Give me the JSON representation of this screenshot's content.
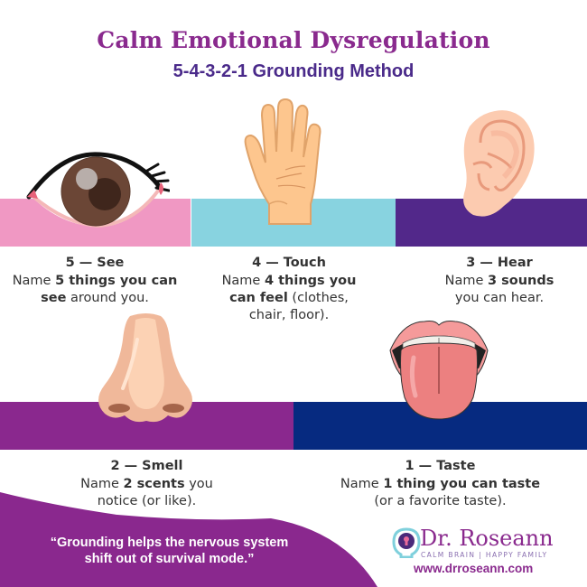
{
  "header": {
    "title": "Calm Emotional Dysregulation",
    "subtitle": "5-4-3-2-1 Grounding Method"
  },
  "colors": {
    "title": "#8a2a8e",
    "subtitle": "#4a2a8a",
    "band_see": "#f098c3",
    "band_touch": "#88d3e0",
    "band_hear": "#52288a",
    "band_smell": "#8a288e",
    "band_taste": "#062a80",
    "footer_wave": "#8a288e"
  },
  "steps": [
    {
      "icon": "eye-icon",
      "heading": "5 — See",
      "pre": "Name ",
      "bold": "5 things you can see",
      "post": " around you."
    },
    {
      "icon": "hand-icon",
      "heading": "4 — Touch",
      "pre": "Name ",
      "bold": "4 things you can feel",
      "post": " (clothes, chair, floor)."
    },
    {
      "icon": "ear-icon",
      "heading": "3 — Hear",
      "pre": "Name ",
      "bold": "3 sounds",
      "post": " you can hear."
    },
    {
      "icon": "nose-icon",
      "heading": "2 — Smell",
      "pre": "Name ",
      "bold": "2 scents",
      "post": " you notice (or like)."
    },
    {
      "icon": "tongue-icon",
      "heading": "1 — Taste",
      "pre": "Name ",
      "bold": "1 thing you can taste",
      "post": " (or a favorite taste)."
    }
  ],
  "footer": {
    "quote": "“Grounding helps the nervous system shift out of survival mode.”",
    "brand_name": "Dr. Roseann",
    "brand_tagline": "CALM BRAIN | HAPPY FAMILY",
    "url": "www.drroseann.com"
  }
}
